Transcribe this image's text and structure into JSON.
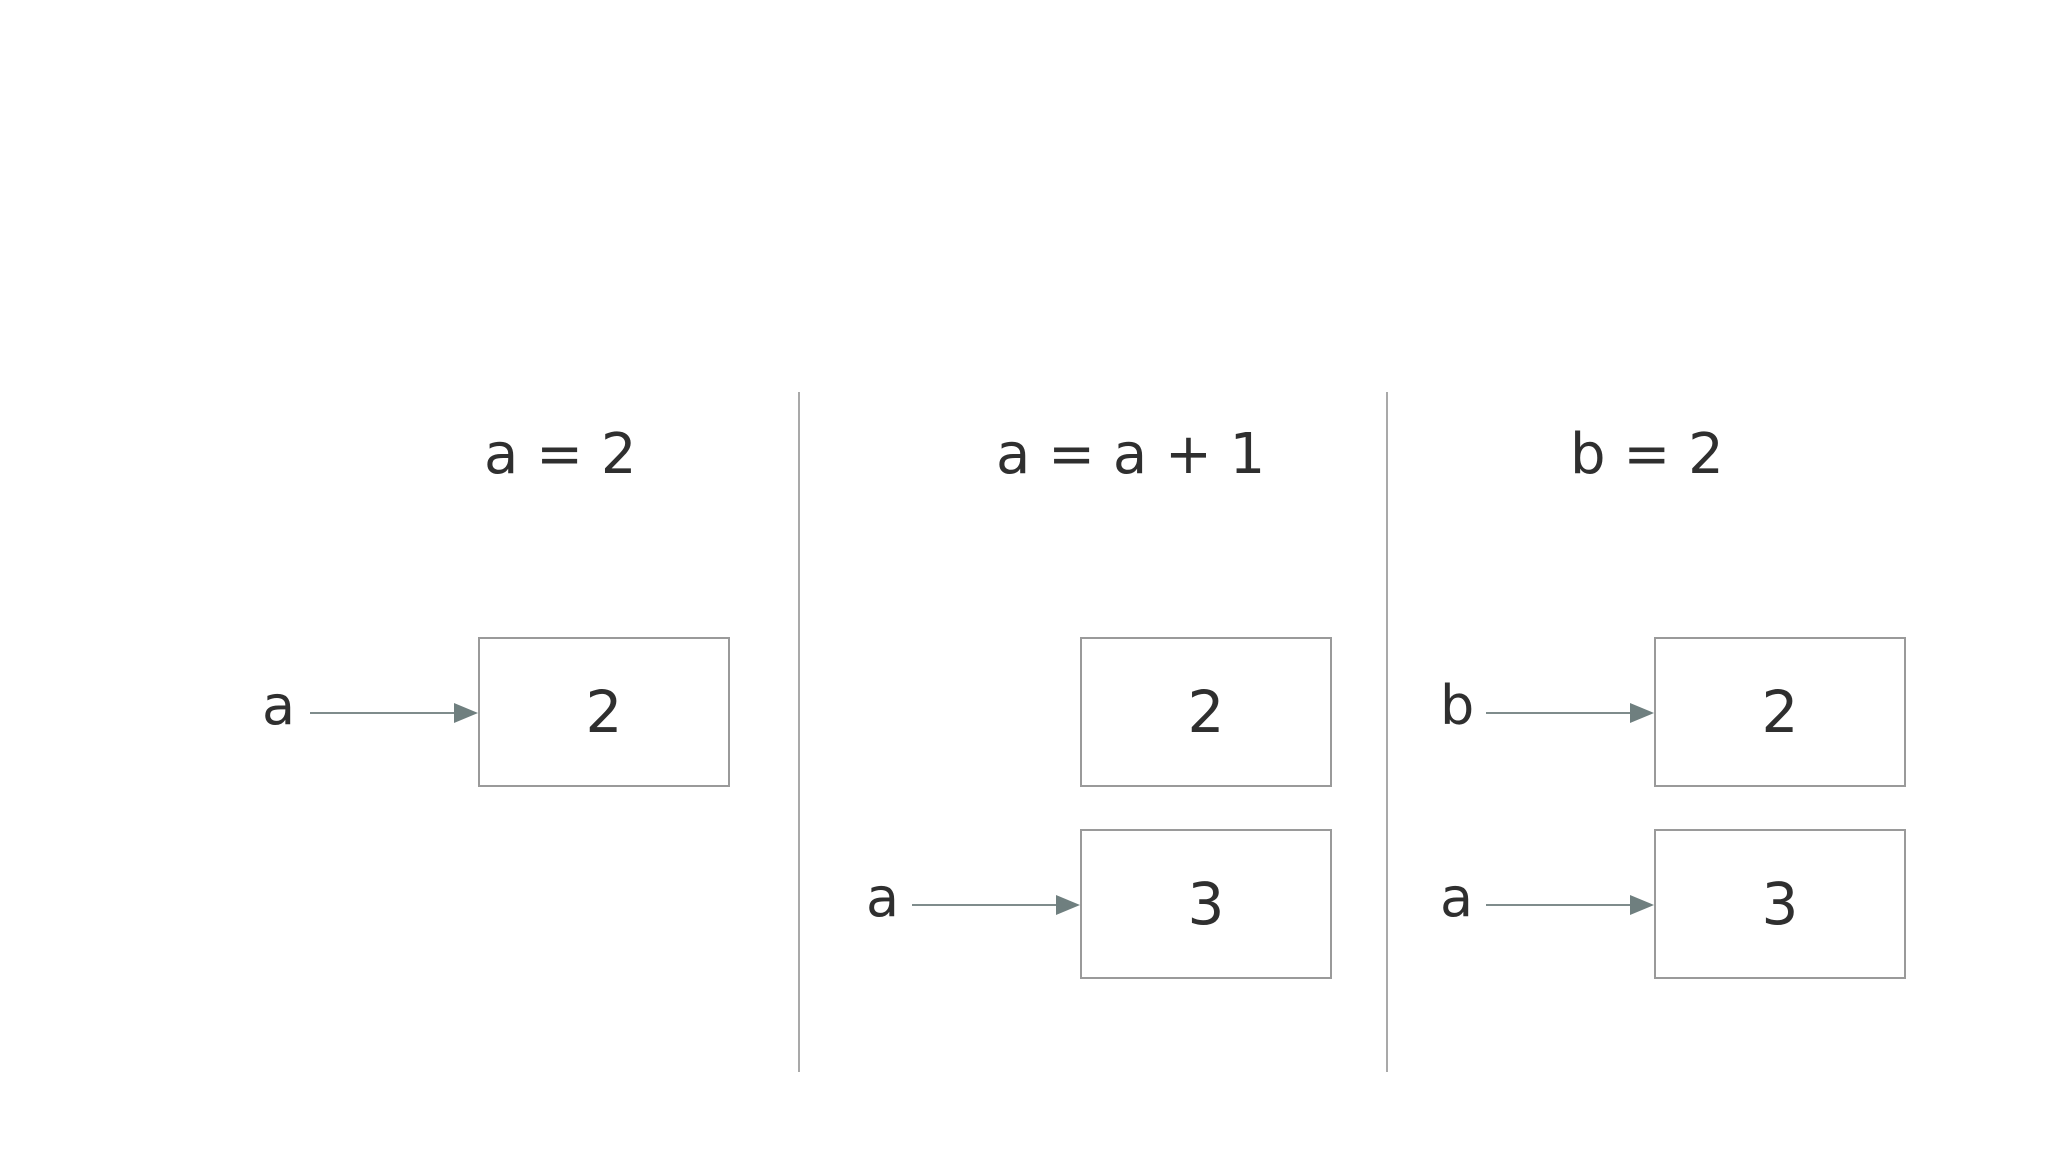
{
  "panels": [
    {
      "title": "a = 2",
      "boxes": [
        "2"
      ],
      "vars": [
        {
          "label": "a",
          "points_to": "2"
        }
      ]
    },
    {
      "title": "a = a + 1",
      "boxes": [
        "2",
        "3"
      ],
      "vars": [
        {
          "label": "a",
          "points_to": "3"
        }
      ]
    },
    {
      "title": "b = 2",
      "boxes": [
        "2",
        "3"
      ],
      "vars": [
        {
          "label": "b",
          "points_to": "2"
        },
        {
          "label": "a",
          "points_to": "3"
        }
      ]
    }
  ]
}
